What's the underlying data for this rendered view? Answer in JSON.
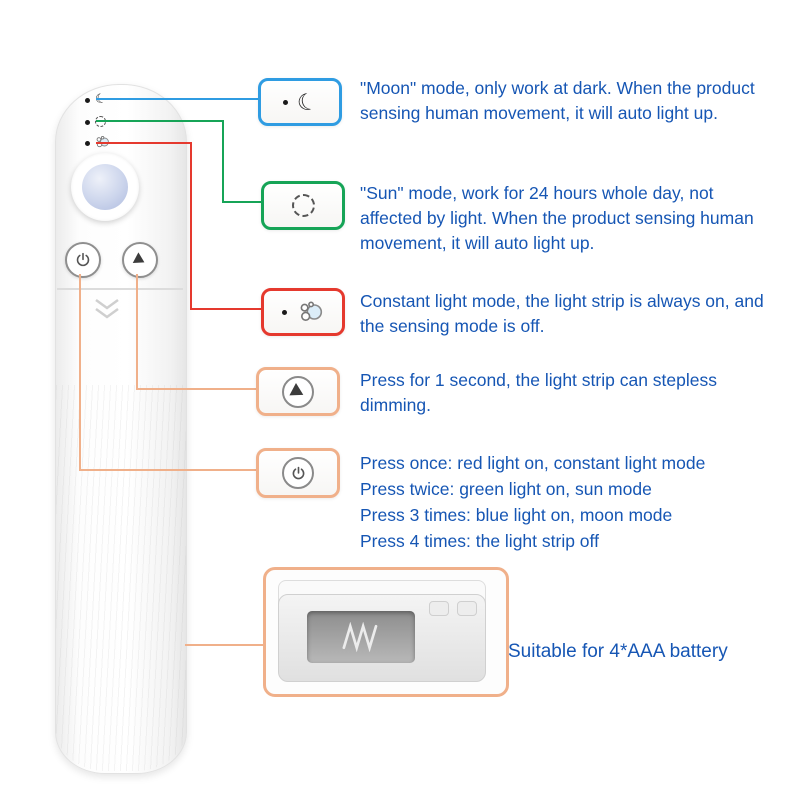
{
  "colors": {
    "text": "#1656b4",
    "moon_line": "#2f9ce2",
    "sun_line": "#16a457",
    "constant_line": "#e5392e",
    "orange_line": "#f0b08a"
  },
  "icons": {
    "moon_glyph": "☾"
  },
  "callouts": [
    {
      "id": "moon",
      "text": "\"Moon\" mode, only work at dark. When the product sensing human movement, it will auto light up."
    },
    {
      "id": "sun",
      "text": "\"Sun\" mode, work for 24 hours whole day, not affected by light. When the product sensing human movement, it will auto light up."
    },
    {
      "id": "constant",
      "text": "Constant light mode, the light strip is always on, and the sensing mode is off."
    },
    {
      "id": "dimming",
      "text": "Press for 1 second, the light strip can stepless dimming."
    },
    {
      "id": "power",
      "lines": [
        "Press once: red light on, constant light mode",
        "Press twice: green light on, sun mode",
        "Press 3 times: blue light on, moon mode",
        "Press 4 times: the light strip off"
      ]
    },
    {
      "id": "battery",
      "text": "Suitable for 4*AAA battery"
    }
  ]
}
